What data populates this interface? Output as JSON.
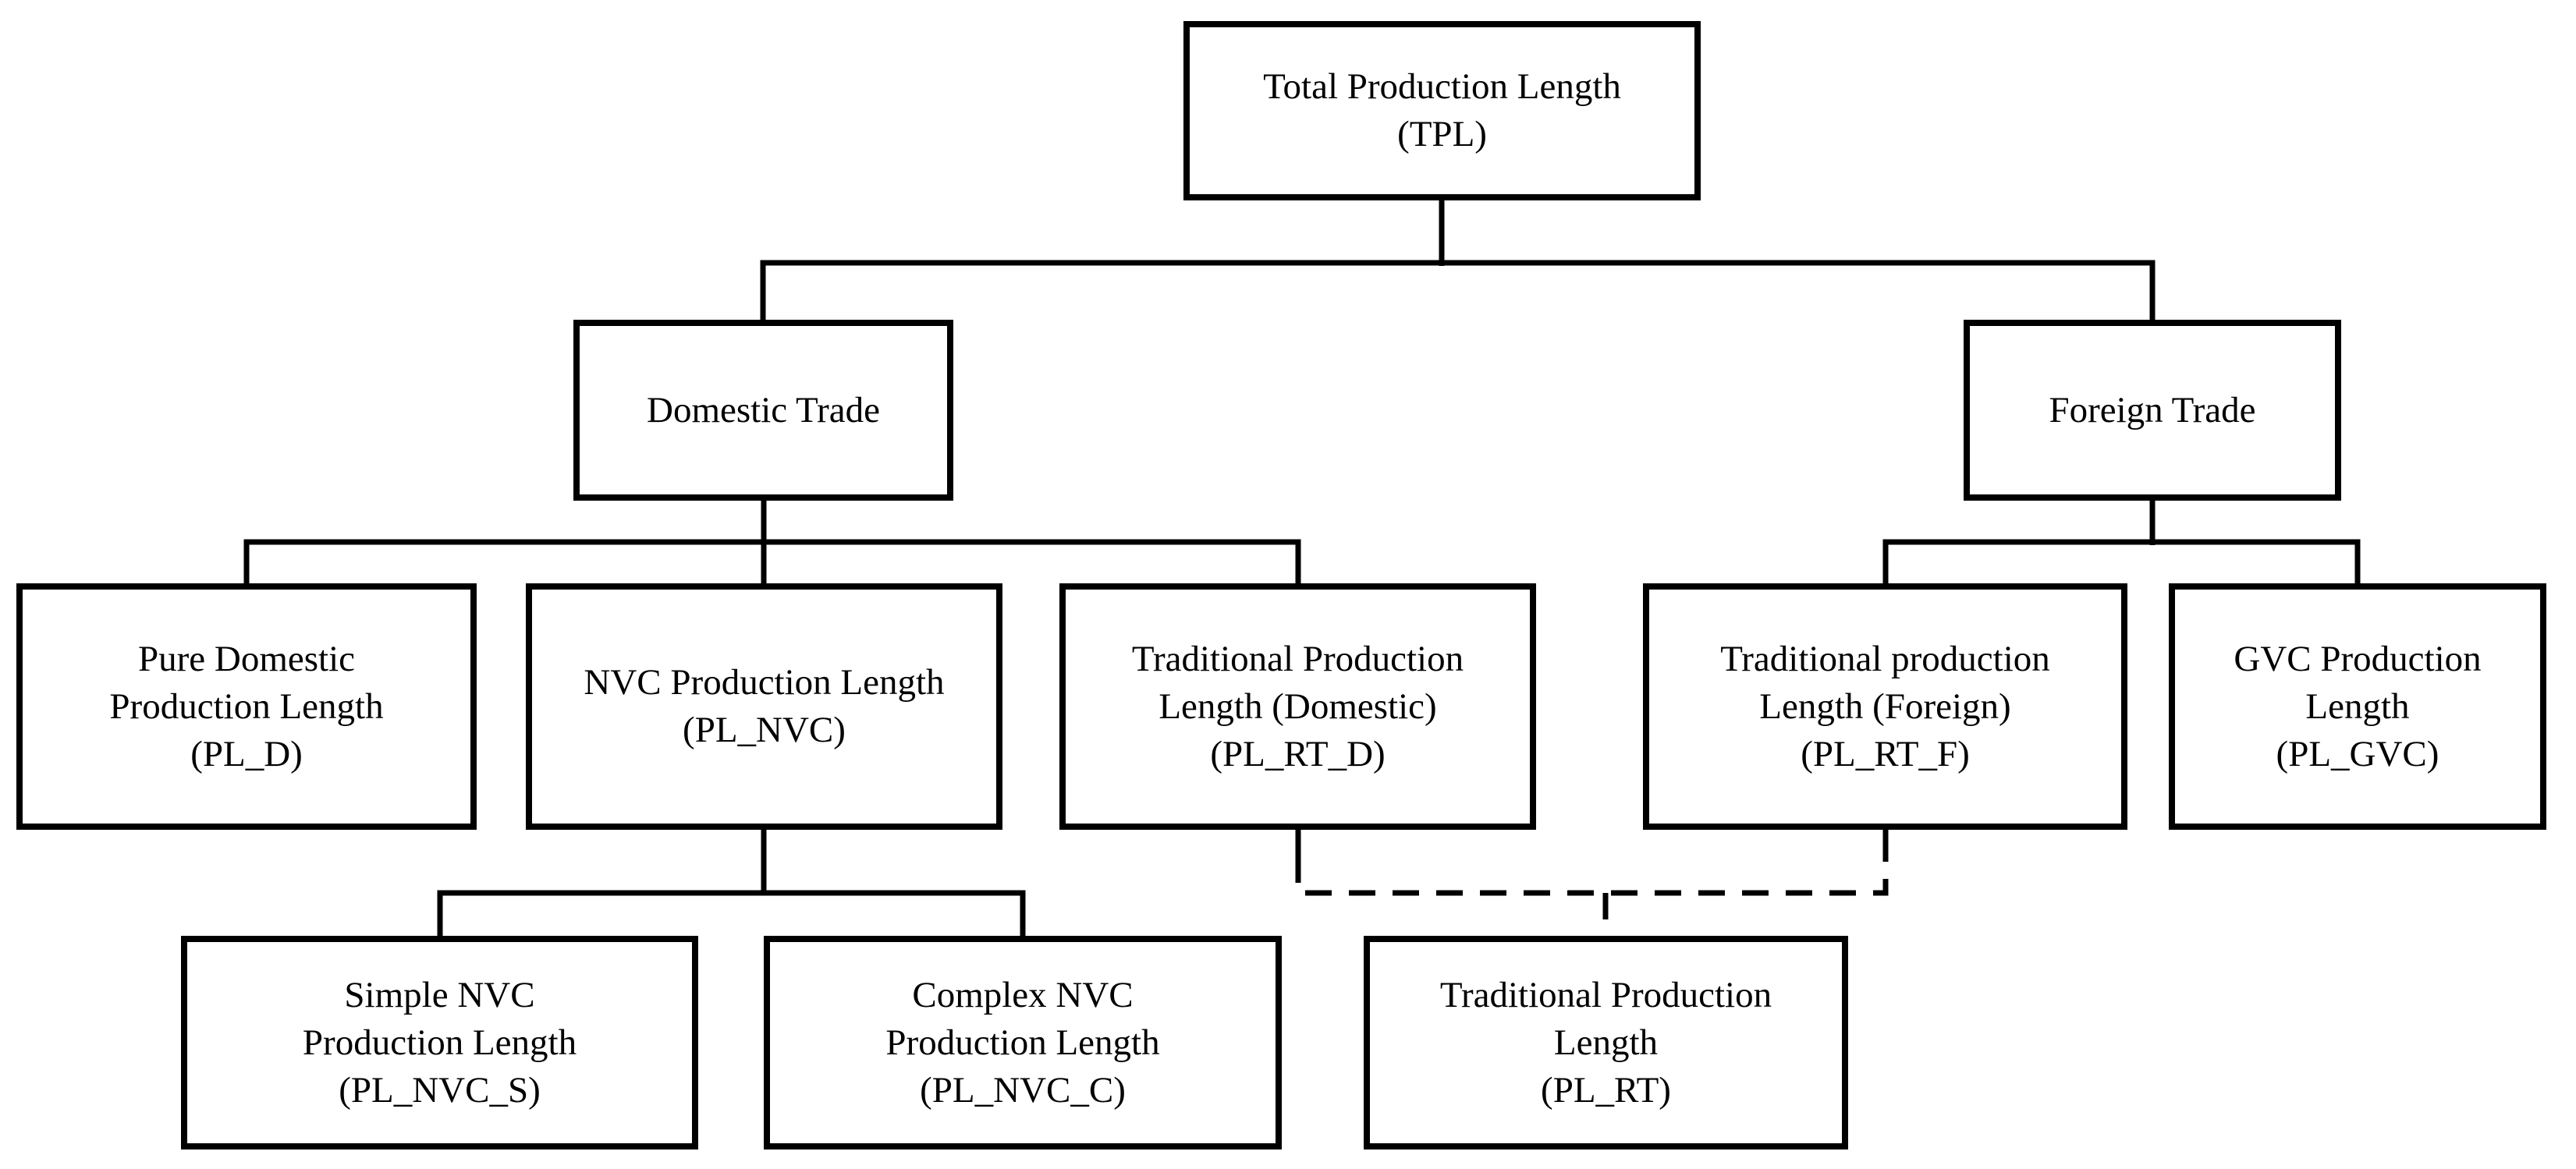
{
  "diagram": {
    "background_color": "#ffffff",
    "line_color": "#000000",
    "text_color": "#000000",
    "nodes": {
      "tpl": {
        "lines": [
          "Total Production Length",
          "(TPL)"
        ]
      },
      "domestic_trade": {
        "lines": [
          "Domestic Trade"
        ]
      },
      "foreign_trade": {
        "lines": [
          "Foreign Trade"
        ]
      },
      "pl_d": {
        "lines": [
          "Pure Domestic",
          "Production Length",
          "(PL_D)"
        ]
      },
      "pl_nvc": {
        "lines": [
          "NVC Production Length",
          "(PL_NVC)"
        ]
      },
      "pl_rt_d": {
        "lines": [
          "Traditional Production",
          "Length (Domestic)",
          "(PL_RT_D)"
        ]
      },
      "pl_rt_f": {
        "lines": [
          "Traditional production",
          "Length (Foreign)",
          "(PL_RT_F)"
        ]
      },
      "pl_gvc": {
        "lines": [
          "GVC Production",
          "Length",
          "(PL_GVC)"
        ]
      },
      "pl_nvc_s": {
        "lines": [
          "Simple NVC",
          "Production Length",
          "(PL_NVC_S)"
        ]
      },
      "pl_nvc_c": {
        "lines": [
          "Complex NVC",
          "Production Length",
          "(PL_NVC_C)"
        ]
      },
      "pl_rt": {
        "lines": [
          "Traditional Production",
          "Length",
          "(PL_RT)"
        ]
      }
    }
  }
}
